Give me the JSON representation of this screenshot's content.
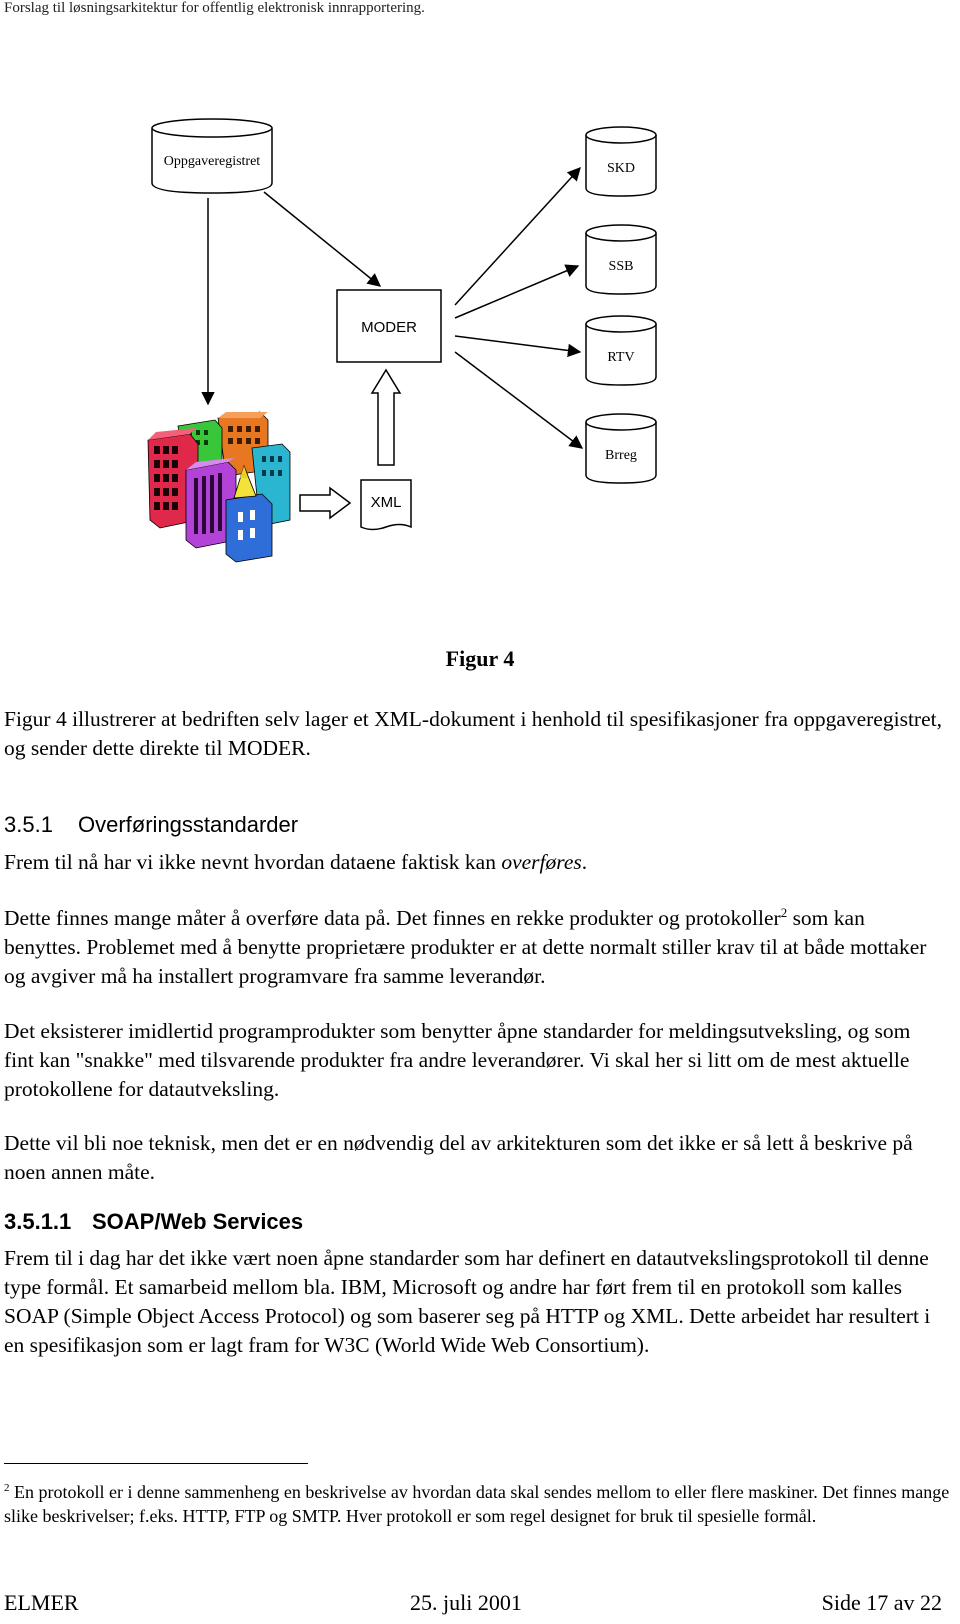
{
  "header": {
    "text": "Forslag til løsningsarkitektur for offentlig elektronisk innrapportering."
  },
  "diagram": {
    "source_db": "Oppgaveregistret",
    "hub": "MODER",
    "document": "XML",
    "targets": [
      "SKD",
      "SSB",
      "RTV",
      "Brreg"
    ]
  },
  "figure_caption": "Figur 4",
  "paragraphs": {
    "p1": "Figur 4 illustrerer at bedriften selv lager et XML-dokument i henhold til spesifikasjoner fra oppgaveregistret, og sender dette direkte til MODER.",
    "heading_351_num": "3.5.1",
    "heading_351_title": "Overføringsstandarder",
    "p2_start": "Frem til nå har vi ikke nevnt hvordan dataene faktisk kan ",
    "p2_em": "overføres",
    "p2_end": ".",
    "p3_a": "Dette finnes mange måter å overføre data på. Det finnes en rekke produkter og protokoller",
    "p3_sup": "2",
    "p3_b": " som kan benyttes. Problemet med å benytte proprietære produkter er at dette normalt stiller krav til at både mottaker og avgiver må ha installert programvare fra samme leverandør.",
    "p4": "Det eksisterer imidlertid programprodukter som benytter åpne standarder for meldingsutveksling, og som fint kan \"snakke\" med tilsvarende produkter fra andre leverandører. Vi skal her si litt om de mest aktuelle protokollene for datautveksling.",
    "p5": "Dette vil bli noe teknisk, men det er en nødvendig del av arkitekturen som det ikke er så lett å beskrive på noen annen måte.",
    "heading_3511_num": "3.5.1.1",
    "heading_3511_title": "SOAP/Web Services",
    "p6": "Frem til i dag har det ikke vært noen åpne standarder som har definert en datautvekslingsprotokoll til denne type formål. Et samarbeid mellom bla. IBM, Microsoft og andre har ført frem til en protokoll som kalles SOAP (Simple Object Access Protocol) og som baserer seg på HTTP og XML. Dette arbeidet har resultert i en spesifikasjon som er lagt fram for W3C (World Wide Web Consortium)."
  },
  "footnote": {
    "number": "2",
    "text": " En protokoll er i denne sammenheng en beskrivelse av hvordan data skal sendes mellom to eller flere maskiner. Det finnes mange slike beskrivelser; f.eks. HTTP, FTP og SMTP. Hver protokoll er som regel designet for bruk til spesielle formål."
  },
  "footer": {
    "left": "ELMER",
    "center": "25. juli 2001",
    "right": "Side 17 av 22"
  }
}
